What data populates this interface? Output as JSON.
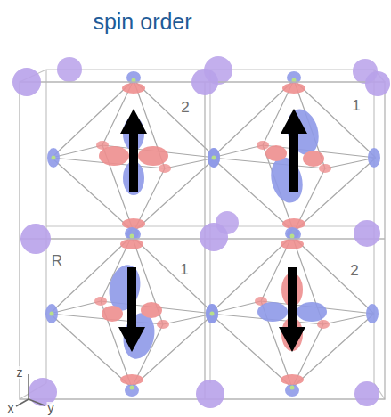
{
  "diagram": {
    "title": "spin order",
    "labels": [
      "2",
      "1",
      "R",
      "1",
      "2",
      "z",
      "x",
      "y"
    ]
  }
}
